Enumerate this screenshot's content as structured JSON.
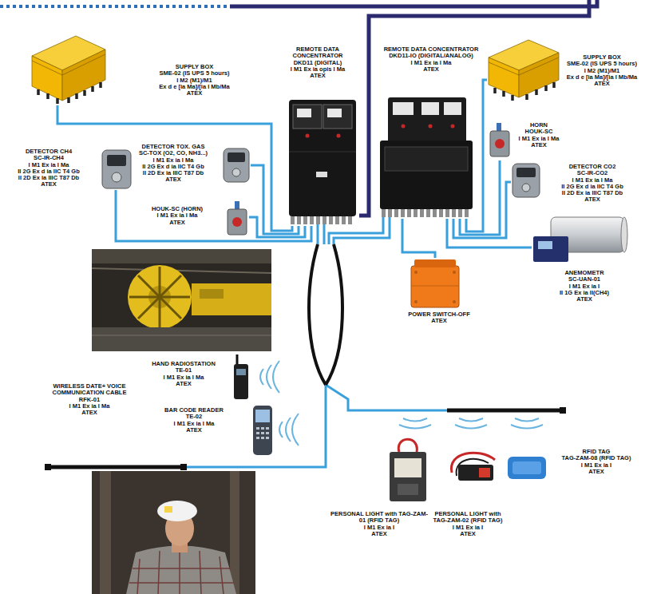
{
  "diagram": {
    "nodes": [
      {
        "text": [
          "SUPPLY BOX",
          "SME-02 (IS UPS 5 hours)",
          "I M2 (M1)/M1",
          "Ex d e [ia Ma]/[ia I Mb/Ma",
          "ATEX"
        ]
      },
      {
        "text": [
          "REMOTE DATA CONCENTRATOR",
          "DKD11 (DIGITAL)",
          "I M1 Ex ia opis I Ma",
          "ATEX"
        ]
      },
      {
        "text": [
          "REMOTE DATA CONCENTRATOR",
          "DKD11-IO (DIGITAL/ANALOG)",
          "I M1 Ex ia I Ma",
          "ATEX"
        ]
      },
      {
        "text": [
          "SUPPLY BOX",
          "SME-02 (IS UPS 5 hours)",
          "I M2 (M1)/M1",
          "Ex d e [ia Ma]/[ia I Mb/Ma",
          "ATEX"
        ]
      },
      {
        "text": [
          "HORN",
          "HOUK-SC",
          "I M1 Ex ia I Ma",
          "ATEX"
        ]
      },
      {
        "text": [
          "DETECTOR CH4",
          "SC-IR-CH4",
          "I M1 Ex ia I Ma",
          "II 2G Ex d ia IIC T4 Gb",
          "II 2D Ex ia IIIC T87 Db",
          "ATEX"
        ]
      },
      {
        "text": [
          "DETECTOR TOX. GAS",
          "SC-TOX (O2, CO, NH3...)",
          "I M1 Ex ia I Ma",
          "II 2G Ex d ia IIC T4 Gb",
          "II 2D Ex ia IIIC T87 Db",
          "ATEX"
        ]
      },
      {
        "text": [
          "DETECTOR CO2",
          "SC-IR-CO2",
          "I M1 Ex ia I Ma",
          "II 2G Ex d ia IIC T4 Gb",
          "II 2D Ex ia IIIC T87 Db",
          "ATEX"
        ]
      },
      {
        "text": [
          "HOUK-SC (HORN)",
          "I M1 Ex ia I Ma",
          "ATEX"
        ]
      },
      {
        "text": [
          "ANEMOMETR",
          "SC-UAN-01",
          "I M1 Ex ia I",
          "II 1G Ex ia II(CH4)",
          "ATEX"
        ]
      },
      {
        "text": [
          "POWER SWITCH-OFF",
          "ATEX"
        ]
      },
      {
        "text": [
          "HAND RADIOSTATION",
          "TE-01",
          "I M1 Ex ia I Ma",
          "ATEX"
        ]
      },
      {
        "text": [
          "WIRELESS DATE+ VOICE COMMUNICATION CABLE",
          "RFK-01",
          "I M1 Ex ia I Ma",
          "ATEX"
        ]
      },
      {
        "text": [
          "BAR CODE READER",
          "TE-02",
          "I M1 Ex ia I Ma",
          "ATEX"
        ]
      },
      {
        "text": [
          "RFID TAG",
          "TAG-ZAM-08 (RFID TAG)",
          "I M1 Ex ia I",
          "ATEX"
        ]
      },
      {
        "text": [
          "PERSONAL LIGHT with TAG-ZAM-01 (RFID TAG)",
          "I M1 Ex ia I",
          "ATEX"
        ]
      },
      {
        "text": [
          "PERSONAL LIGHT with TAG-ZAM-02 (RFID TAG)",
          "I M1 Ex ia I",
          "ATEX"
        ]
      }
    ],
    "edges": [
      {
        "from": 0,
        "to": 1,
        "arrow": "none"
      },
      {
        "from": 5,
        "to": 1,
        "arrow": "none"
      },
      {
        "from": 6,
        "to": 1,
        "arrow": "none"
      },
      {
        "from": 8,
        "to": 1,
        "arrow": "none"
      },
      {
        "from": 2,
        "to": 3,
        "arrow": "none"
      },
      {
        "from": 2,
        "to": 4,
        "arrow": "none"
      },
      {
        "from": 2,
        "to": 7,
        "arrow": "none"
      },
      {
        "from": 2,
        "to": 9,
        "arrow": "none"
      },
      {
        "from": 2,
        "to": 10,
        "arrow": "none"
      }
    ]
  }
}
